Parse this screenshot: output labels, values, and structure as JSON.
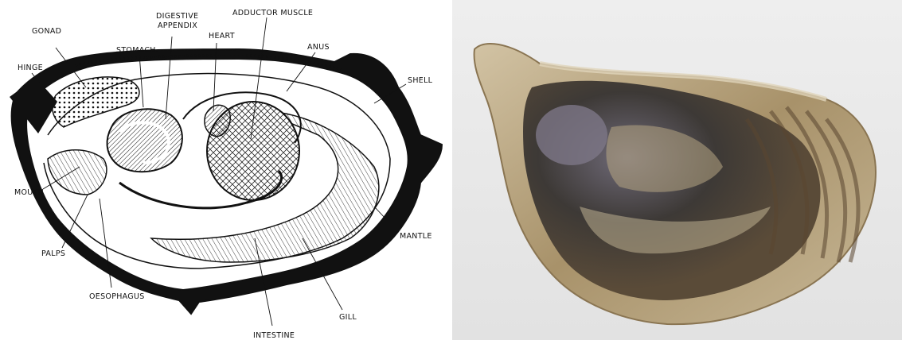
{
  "diagram": {
    "labels": {
      "gonad": "GONAD",
      "hinge": "HINGE",
      "digestive_appendix": "DIGESTIVE\nAPPENDIX",
      "stomach": "STOMACH",
      "heart": "HEART",
      "adductor_muscle": "ADDUCTOR MUSCLE",
      "anus": "ANUS",
      "shell": "SHELL",
      "mouth": "MOUTH",
      "mantle": "MANTLE",
      "palps": "PALPS",
      "oesophagus": "OESOPHAGUS",
      "gill": "GILL",
      "intestine": "INTESTINE"
    }
  },
  "colors": {
    "ink": "#111111",
    "paper": "#ffffff",
    "photo_background": "#ebebeb",
    "shell_light": "#c8b89a",
    "shell_dark": "#4a3f32",
    "oyster_meat": "#7a6b55"
  }
}
